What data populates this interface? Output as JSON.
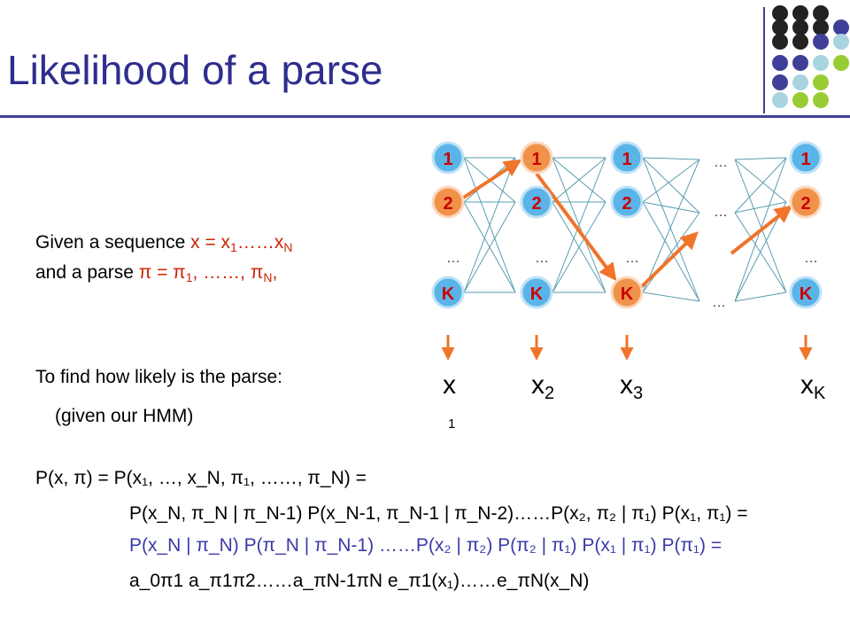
{
  "title": "Likelihood of a parse",
  "colors": {
    "title": "#2e2e8f",
    "node_blue": "#5ab4e8",
    "node_orange": "#f0924a",
    "arrow": "#f0742a",
    "grid_dark": "#222222",
    "grid_purple": "#3f3f99",
    "grid_light": "#a8d4e0",
    "grid_green": "#99cc33"
  },
  "diagram": {
    "node_labels": [
      "1",
      "2",
      "K"
    ],
    "ellipsis": "…",
    "observations": {
      "x": "x",
      "x1_sub": "1",
      "x2": "x",
      "x2_sub": "2",
      "x3": "x",
      "x3_sub": "3",
      "xk": "x",
      "xk_sub": "K"
    }
  },
  "text": {
    "given_prefix": "Given a sequence ",
    "given_seq": "x = x",
    "given_sub1": "1",
    "given_dots": "……x",
    "given_subN": "N",
    "parse_prefix": "and a parse ",
    "parse_body": "π = π",
    "parse_sub1": "1",
    "parse_mid": ", ……, π",
    "parse_subN": "N",
    "parse_end": ",",
    "find_line": "To find how likely is the parse:",
    "hmm_line": "(given our HMM)",
    "eq1": "P(x, π) = P(x₁, …, x_N, π₁, ……, π_N) =",
    "eq2": "P(x_N, π_N | π_N-1) P(x_N-1, π_N-1 | π_N-2)……P(x₂, π₂ | π₁) P(x₁, π₁) =",
    "eq3": "P(x_N | π_N) P(π_N | π_N-1) ……P(x₂ | π₂) P(π₂ | π₁) P(x₁ | π₁) P(π₁) =",
    "eq4": "a_0π1 a_π1π2……a_πN-1πN e_π1(x₁)……e_πN(x_N)"
  }
}
